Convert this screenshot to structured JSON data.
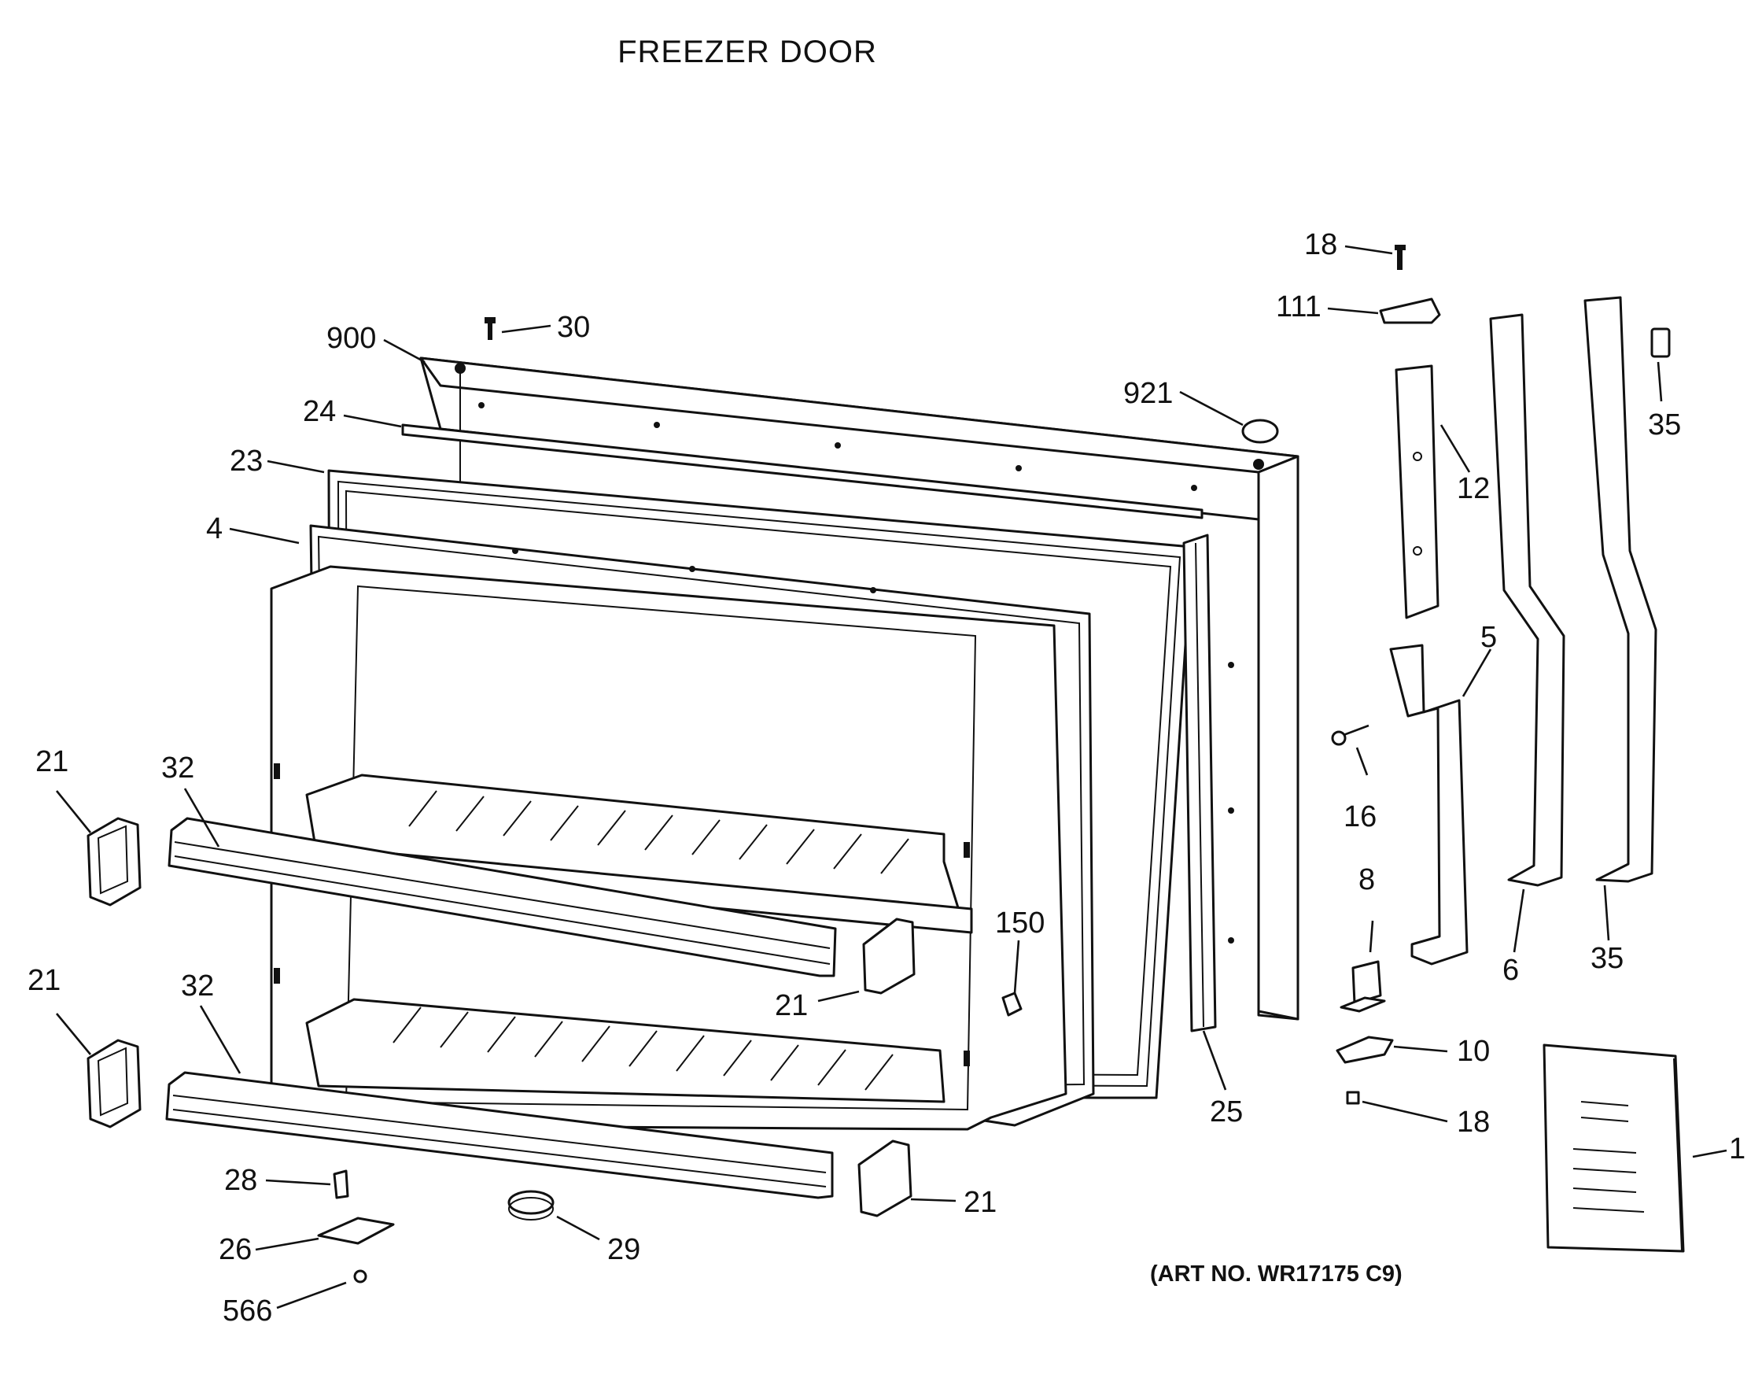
{
  "diagram": {
    "title": "FREEZER DOOR",
    "art_number": "(ART NO. WR17175 C9)",
    "callouts": {
      "c18_top": "18",
      "c111": "111",
      "c30": "30",
      "c900": "900",
      "c921": "921",
      "c24": "24",
      "c23": "23",
      "c4": "4",
      "c12": "12",
      "c35_top": "35",
      "c5": "5",
      "c16": "16",
      "c8": "8",
      "c10": "10",
      "c18_bottom": "18",
      "c6": "6",
      "c35_bottom": "35",
      "c25": "25",
      "c150": "150",
      "c21_upper_left": "21",
      "c32_upper": "32",
      "c21_lower_left": "21",
      "c32_lower": "32",
      "c21_mid": "21",
      "c21_bottom": "21",
      "c28": "28",
      "c26": "26",
      "c566": "566",
      "c29": "29",
      "c1": "1"
    }
  }
}
